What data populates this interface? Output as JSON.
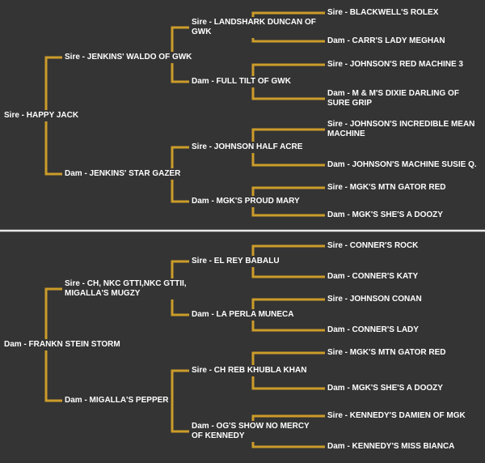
{
  "colors": {
    "background": "#343434",
    "line": "#cc9c2a",
    "text": "#ffffff",
    "divider": "#e8e8e8"
  },
  "tree": {
    "sire": {
      "label": "Sire - HAPPY JACK",
      "sire": {
        "label": "Sire - JENKINS' WALDO OF GWK",
        "sire": {
          "label": "Sire - LANDSHARK DUNCAN OF\nGWK",
          "sire": {
            "label": "Sire - BLACKWELL'S ROLEX"
          },
          "dam": {
            "label": "Dam - CARR'S LADY MEGHAN"
          }
        },
        "dam": {
          "label": "Dam - FULL TILT OF GWK",
          "sire": {
            "label": "Sire - JOHNSON'S RED MACHINE 3"
          },
          "dam": {
            "label": "Dam - M & M'S DIXIE DARLING OF\nSURE GRIP"
          }
        }
      },
      "dam": {
        "label": "Dam - JENKINS' STAR GAZER",
        "sire": {
          "label": "Sire - JOHNSON HALF ACRE",
          "sire": {
            "label": "Sire - JOHNSON'S INCREDIBLE MEAN\nMACHINE"
          },
          "dam": {
            "label": "Dam - JOHNSON'S MACHINE SUSIE Q."
          }
        },
        "dam": {
          "label": "Dam - MGK'S PROUD MARY",
          "sire": {
            "label": "Sire - MGK'S MTN GATOR RED"
          },
          "dam": {
            "label": "Dam - MGK'S SHE'S A DOOZY"
          }
        }
      }
    },
    "dam": {
      "label": "Dam - FRANKN STEIN STORM",
      "sire": {
        "label": "Sire - CH, NKC GTTI,NKC GTTII,\nMIGALLA'S MUGZY",
        "sire": {
          "label": "Sire - EL REY BABALU",
          "sire": {
            "label": "Sire - CONNER'S ROCK"
          },
          "dam": {
            "label": "Dam - CONNER'S KATY"
          }
        },
        "dam": {
          "label": "Dam - LA PERLA MUNECA",
          "sire": {
            "label": "Sire - JOHNSON CONAN"
          },
          "dam": {
            "label": "Dam - CONNER'S LADY"
          }
        }
      },
      "dam": {
        "label": "Dam - MIGALLA'S PEPPER",
        "sire": {
          "label": "Sire - CH REB KHUBLA KHAN",
          "sire": {
            "label": "Sire - MGK'S MTN GATOR RED"
          },
          "dam": {
            "label": "Dam - MGK'S SHE'S A DOOZY"
          }
        },
        "dam": {
          "label": "Dam - OG'S SHOW NO MERCY\nOF KENNEDY",
          "sire": {
            "label": "Sire - KENNEDY'S DAMIEN OF MGK"
          },
          "dam": {
            "label": "Dam - KENNEDY'S MISS BIANCA"
          }
        }
      }
    }
  }
}
